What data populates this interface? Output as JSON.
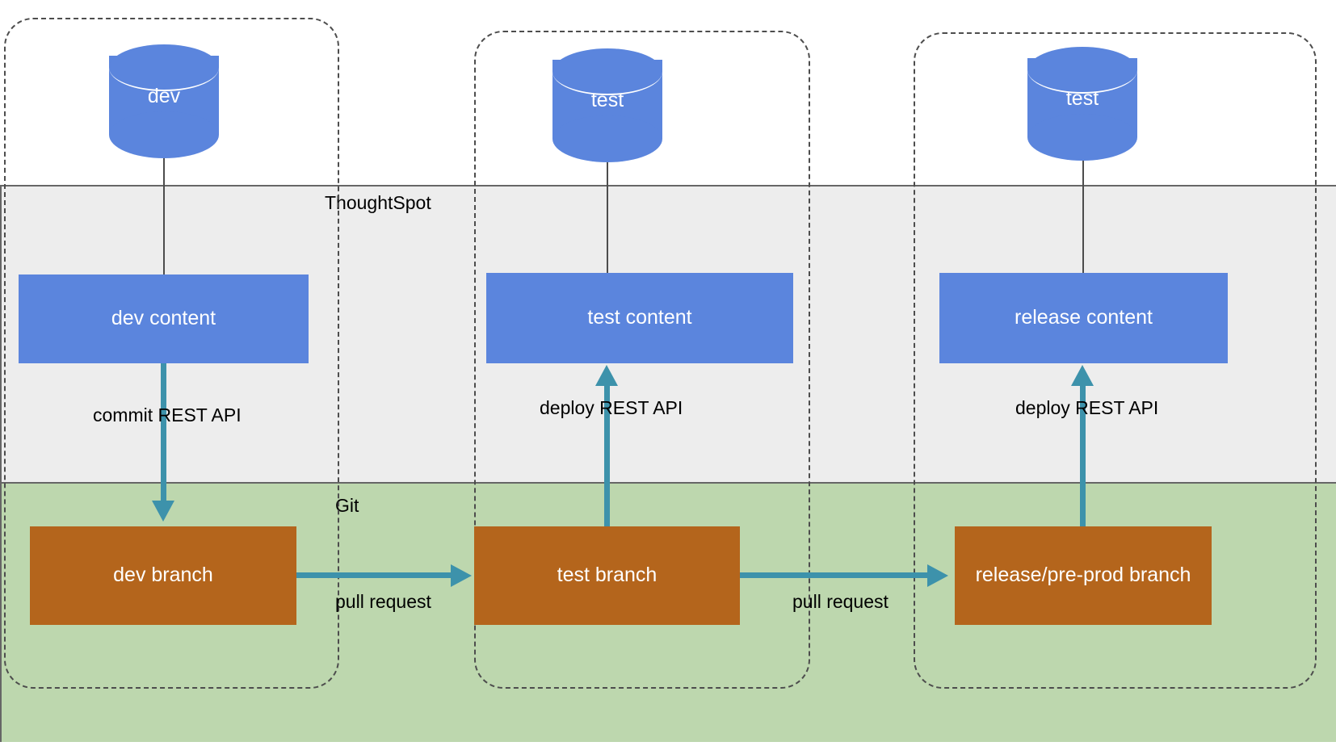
{
  "diagram": {
    "title": "ThoughtSpot Git branching and deployment workflow",
    "colors": {
      "database": "#5b85dd",
      "content_box": "#5b85dd",
      "branch_box": "#b4651c",
      "arrow": "#3d92ab",
      "thoughtspot_band": "#ededed",
      "git_band": "#bdd7ae",
      "container_border": "#4d4d4d",
      "band_border": "#666666",
      "label_text": "#000000",
      "node_text": "#ffffff"
    },
    "bands": [
      {
        "id": "thoughtspot",
        "label": "ThoughtSpot"
      },
      {
        "id": "git",
        "label": "Git"
      }
    ],
    "environments": [
      {
        "id": "dev",
        "database": {
          "label": "dev",
          "icon": "database-cylinder-icon"
        },
        "content": {
          "label": "dev content"
        },
        "branch": {
          "label": "dev branch"
        },
        "vertical_edge": {
          "label": "commit REST API",
          "direction": "down"
        },
        "outgoing_edge": {
          "label": "pull request",
          "direction": "right"
        }
      },
      {
        "id": "test",
        "database": {
          "label": "test",
          "icon": "database-cylinder-icon"
        },
        "content": {
          "label": "test content"
        },
        "branch": {
          "label": "test branch"
        },
        "vertical_edge": {
          "label": "deploy REST API",
          "direction": "up"
        },
        "outgoing_edge": {
          "label": "pull request",
          "direction": "right"
        }
      },
      {
        "id": "release",
        "database": {
          "label": "test",
          "icon": "database-cylinder-icon"
        },
        "content": {
          "label": "release content"
        },
        "branch": {
          "label": "release/pre-prod branch"
        },
        "vertical_edge": {
          "label": "deploy REST API",
          "direction": "up"
        },
        "outgoing_edge": null
      }
    ],
    "edge_labels": {
      "commit_rest_api": "commit REST API",
      "deploy_rest_api_test": "deploy REST API",
      "deploy_rest_api_release": "deploy REST API",
      "pull_request_1": "pull request",
      "pull_request_2": "pull request"
    }
  }
}
